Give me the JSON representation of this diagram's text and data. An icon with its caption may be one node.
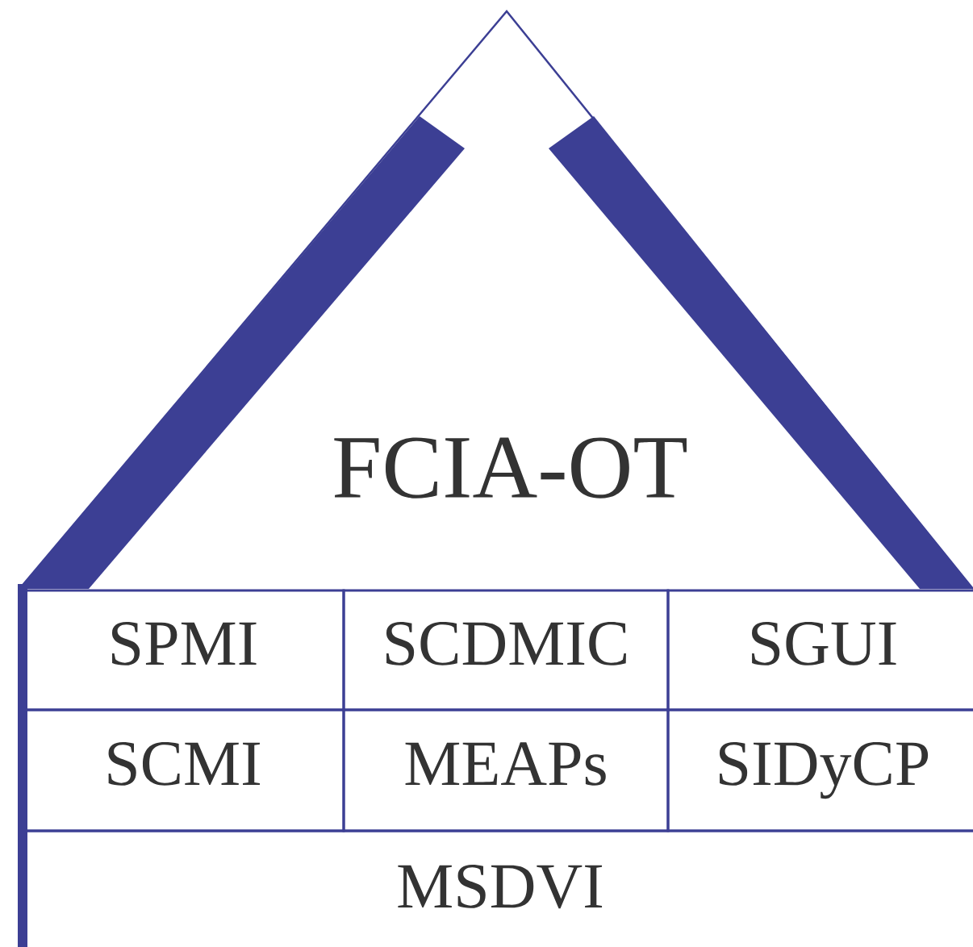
{
  "diagram": {
    "nodes": [
      {
        "text": [
          "FCIA-OT"
        ]
      },
      {
        "text": [
          "SPMI"
        ]
      },
      {
        "text": [
          "SCDMIC"
        ]
      },
      {
        "text": [
          "SGUI"
        ]
      },
      {
        "text": [
          "SCMI"
        ]
      },
      {
        "text": [
          "MEAPs"
        ]
      },
      {
        "text": [
          "SIDyCP"
        ]
      },
      {
        "text": [
          "MSDVI"
        ]
      }
    ]
  }
}
